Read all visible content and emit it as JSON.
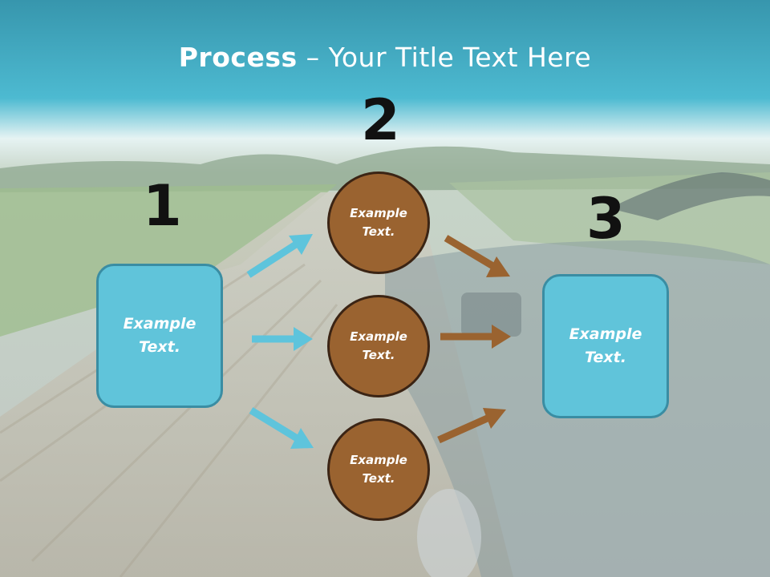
{
  "title": {
    "bold": "Process",
    "rest": " – Your Title Text Here"
  },
  "steps": [
    {
      "number": "1",
      "text_line1": "Example",
      "text_line2": "Text."
    },
    {
      "number": "2"
    },
    {
      "number": "3",
      "text_line1": "Example",
      "text_line2": "Text."
    }
  ],
  "circles": [
    {
      "text_line1": "Example",
      "text_line2": "Text."
    },
    {
      "text_line1": "Example",
      "text_line2": "Text."
    },
    {
      "text_line1": "Example",
      "text_line2": "Text."
    }
  ],
  "colors": {
    "box_fill": "#60c4da",
    "circle_fill": "#9a6330",
    "arrow_left": "#5ec4dc",
    "arrow_right": "#9a6330",
    "title_band": "#45b3cb"
  }
}
